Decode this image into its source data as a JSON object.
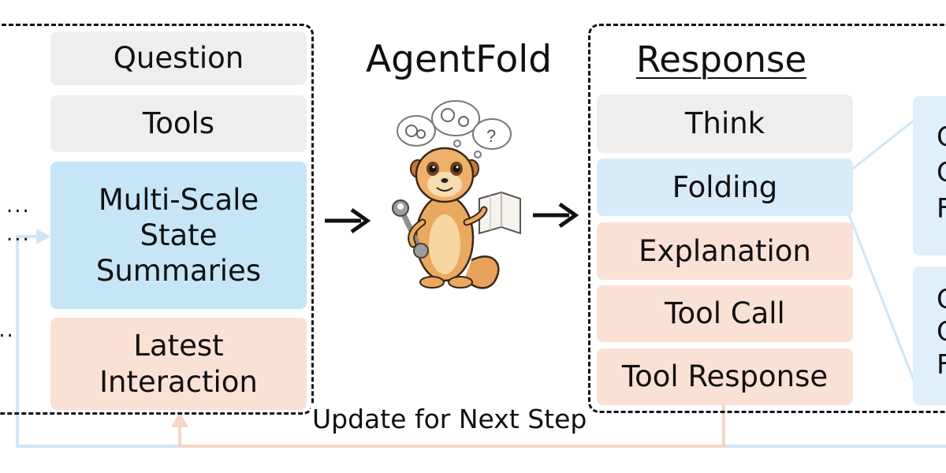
{
  "title": "AgentFold",
  "left_context": {
    "question": "Question",
    "tools": "Tools",
    "summaries": [
      "Multi-Scale",
      "State",
      "Summaries"
    ],
    "latest": [
      "Latest",
      "Interaction"
    ]
  },
  "response": {
    "title": "Response",
    "think": "Think",
    "folding": "Folding",
    "explanation": "Explanation",
    "tool_call": "Tool Call",
    "tool_response": "Tool Response"
  },
  "right_partial": {
    "box1": [
      "C",
      "C",
      "F"
    ],
    "box2": [
      "C",
      "C",
      "F"
    ]
  },
  "ellipsis": "...",
  "loop_label": "Update for Next Step",
  "colors": {
    "gray": "#eeeeee",
    "blue": "#c6e6f7",
    "peach": "#f9e1d6",
    "blue_line": "#cfe6f6",
    "peach_line": "#f6d6c6"
  }
}
